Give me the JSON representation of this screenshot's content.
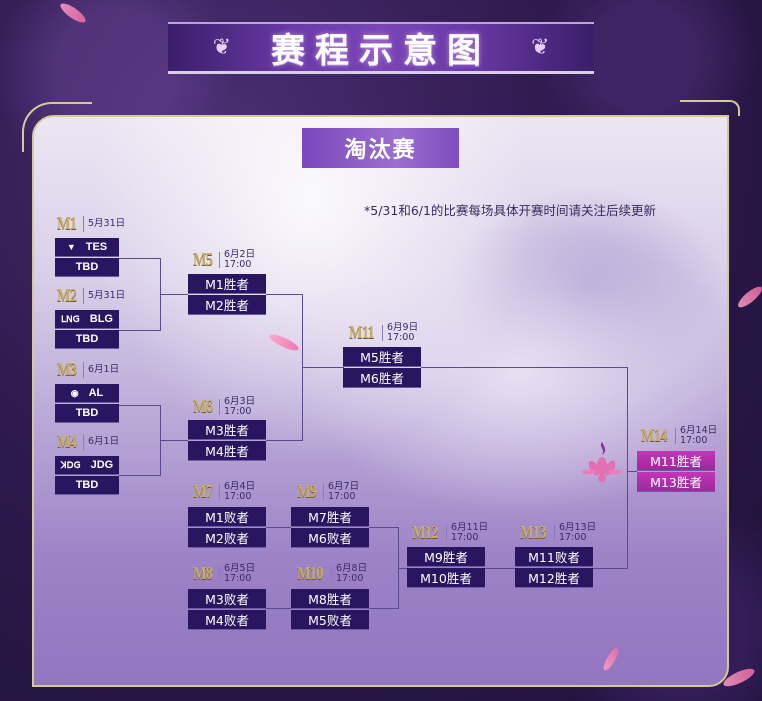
{
  "header": {
    "title": "赛程示意图",
    "ornament_left": "❦",
    "ornament_right": "❦"
  },
  "section": {
    "label": "淘汰赛"
  },
  "notice": "*5/31和6/1的比赛每场具体开赛时间请关注后续更新",
  "colors": {
    "slot_bg": "#2a1660",
    "final_slot_bg": "#b030ad",
    "match_id": "#c7ad6a",
    "frame_gold": "#d7c89a",
    "connector": "#5a4a8e"
  },
  "matches": {
    "M1": {
      "id": "M1",
      "date": "5月31日",
      "time": "",
      "slots": [
        {
          "logo": "▼",
          "text": "TES"
        },
        {
          "logo": "",
          "text": "TBD"
        }
      ]
    },
    "M2": {
      "id": "M2",
      "date": "5月31日",
      "time": "",
      "slots": [
        {
          "logo": "ꓡꓠꓖ",
          "text": "BLG"
        },
        {
          "logo": "",
          "text": "TBD"
        }
      ]
    },
    "M3": {
      "id": "M3",
      "date": "6月1日",
      "time": "",
      "slots": [
        {
          "logo": "◉",
          "text": "AL"
        },
        {
          "logo": "",
          "text": "TBD"
        }
      ]
    },
    "M4": {
      "id": "M4",
      "date": "6月1日",
      "time": "",
      "slots": [
        {
          "logo": "ꓘꓓꓖ",
          "text": "JDG"
        },
        {
          "logo": "",
          "text": "TBD"
        }
      ]
    },
    "M5": {
      "id": "M5",
      "date": "6月2日",
      "time": "17:00",
      "slots": [
        {
          "text": "M1胜者"
        },
        {
          "text": "M2胜者"
        }
      ]
    },
    "M6": {
      "id": "M6",
      "date": "6月3日",
      "time": "17:00",
      "slots": [
        {
          "text": "M3胜者"
        },
        {
          "text": "M4胜者"
        }
      ]
    },
    "M7": {
      "id": "M7",
      "date": "6月4日",
      "time": "17:00",
      "slots": [
        {
          "text": "M1败者"
        },
        {
          "text": "M2败者"
        }
      ]
    },
    "M8": {
      "id": "M8",
      "date": "6月5日",
      "time": "17:00",
      "slots": [
        {
          "text": "M3败者"
        },
        {
          "text": "M4败者"
        }
      ]
    },
    "M9": {
      "id": "M9",
      "date": "6月7日",
      "time": "17:00",
      "slots": [
        {
          "text": "M7胜者"
        },
        {
          "text": "M6败者"
        }
      ]
    },
    "M10": {
      "id": "M10",
      "date": "6月8日",
      "time": "17:00",
      "slots": [
        {
          "text": "M8胜者"
        },
        {
          "text": "M5败者"
        }
      ]
    },
    "M11": {
      "id": "M11",
      "date": "6月9日",
      "time": "17:00",
      "slots": [
        {
          "text": "M5胜者"
        },
        {
          "text": "M6胜者"
        }
      ]
    },
    "M12": {
      "id": "M12",
      "date": "6月11日",
      "time": "17:00",
      "slots": [
        {
          "text": "M9胜者"
        },
        {
          "text": "M10胜者"
        }
      ]
    },
    "M13": {
      "id": "M13",
      "date": "6月13日",
      "time": "17:00",
      "slots": [
        {
          "text": "M11败者"
        },
        {
          "text": "M12胜者"
        }
      ]
    },
    "M14": {
      "id": "M14",
      "date": "6月14日",
      "time": "17:00",
      "slots": [
        {
          "text": "M11胜者"
        },
        {
          "text": "M13胜者"
        }
      ]
    }
  }
}
